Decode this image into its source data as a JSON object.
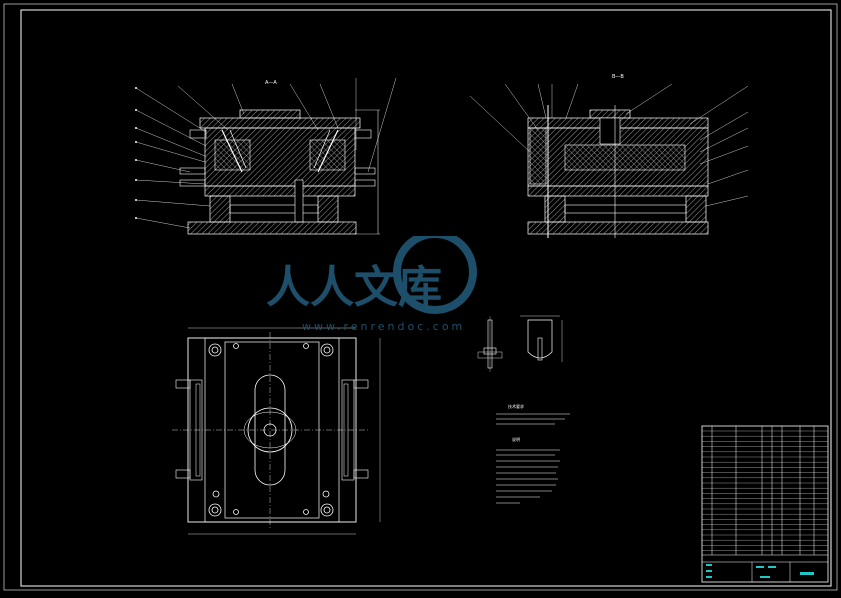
{
  "drawing": {
    "view_a_label": "A—A",
    "view_b_label": "B—B",
    "notes_title_1": "技术要求",
    "notes_title_2": "说明"
  },
  "watermark": {
    "text": "人人文库",
    "url": "www.renrendoc.com"
  },
  "colors": {
    "background": "#000000",
    "lines": "#ffffff",
    "hatch": "#bdbdbd",
    "annotation": "#00ffff",
    "watermark": "#1d4f6b"
  },
  "icons": [
    "border-frame",
    "section-view-a",
    "section-view-b",
    "plan-view",
    "detail-view",
    "title-block",
    "watermark-logo"
  ]
}
